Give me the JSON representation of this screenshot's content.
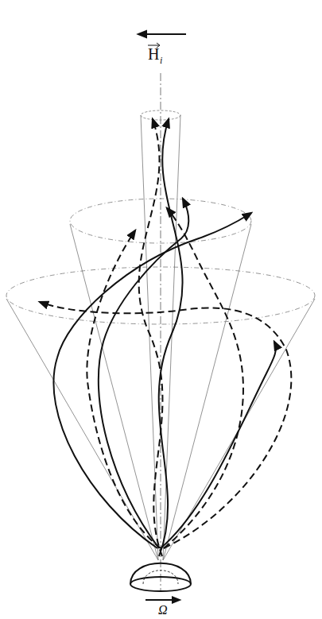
{
  "diagram": {
    "labels": [
      "H",
      "i",
      "Ω"
    ]
  }
}
